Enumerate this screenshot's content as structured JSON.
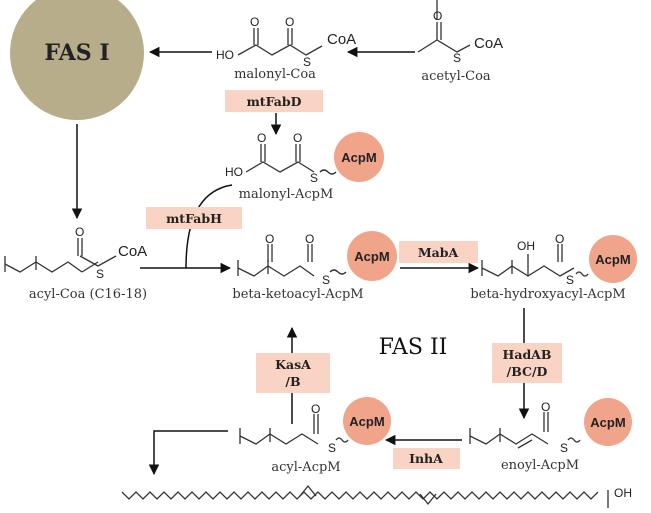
{
  "fas1": {
    "label": "FAS I",
    "color": "#b8ad8a"
  },
  "fas2": {
    "label": "FAS II"
  },
  "molecules": {
    "acetyl_coa": "acetyl-Coa",
    "malonyl_coa": "malonyl-Coa",
    "malonyl_acpm": "malonyl-AcpM",
    "acyl_coa": "acyl-Coa (C16-18)",
    "beta_ketoacyl": "beta-ketoacyl-AcpM",
    "beta_hydroxyacyl": "beta-hydroxyacyl-AcpM",
    "enoyl": "enoyl-AcpM",
    "acyl_acpm": "acyl-AcpM"
  },
  "enzymes": {
    "mtFabD": "mtFabD",
    "mtFabH": "mtFabH",
    "MabA": "MabA",
    "HadAB_1": "HadAB",
    "HadAB_2": "/BC/D",
    "KasA_1": "KasA",
    "KasA_2": "/B",
    "InhA": "InhA"
  },
  "atoms": {
    "O": "O",
    "S": "S",
    "HO": "HO",
    "OH": "OH",
    "CoA": "CoA",
    "AcpM": "AcpM"
  },
  "colors": {
    "enzyme_box": "#f9d3c3",
    "acpm_circle": "#f0a48a"
  }
}
